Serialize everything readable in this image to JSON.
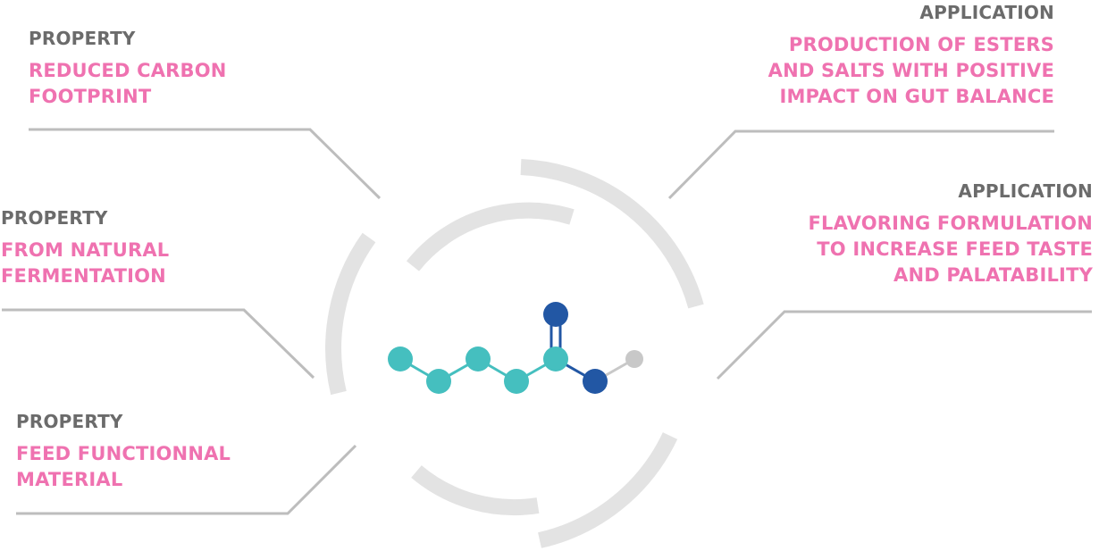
{
  "colors": {
    "heading": "#6b6b6b",
    "pink": "#ef72b0",
    "ring": "#e3e3e3",
    "connector": "#bdbdbd",
    "teal": "#45bfbf",
    "navy": "#2257a4",
    "hydrogen": "#c8c8c8"
  },
  "properties": [
    {
      "heading": "PROPERTY",
      "lines": [
        "REDUCED CARBON",
        "FOOTPRINT"
      ]
    },
    {
      "heading": "PROPERTY",
      "lines": [
        "FROM NATURAL",
        "FERMENTATION"
      ]
    },
    {
      "heading": "PROPERTY",
      "lines": [
        "FEED FUNCTIONNAL",
        "MATERIAL"
      ]
    }
  ],
  "applications": [
    {
      "heading": "APPLICATION",
      "lines": [
        "PRODUCTION OF ESTERS",
        "AND SALTS WITH POSITIVE",
        "IMPACT ON GUT BALANCE"
      ]
    },
    {
      "heading": "APPLICATION",
      "lines": [
        "FLAVORING FORMULATION",
        "TO INCREASE FEED TASTE",
        "AND PALATABILITY"
      ]
    }
  ],
  "molecule": {
    "atoms": [
      "carbon",
      "carbon",
      "carbon",
      "carbon",
      "carbon",
      "oxygen-double",
      "oxygen",
      "hydrogen"
    ]
  }
}
